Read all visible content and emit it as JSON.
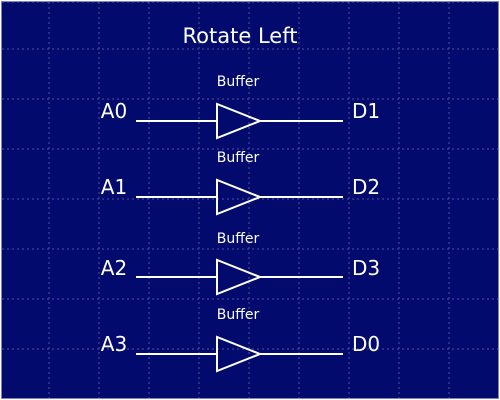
{
  "diagram": {
    "title": "Rotate Left",
    "background_color": "#020a6e",
    "line_color": "#ffffff",
    "rows": [
      {
        "input": "A0",
        "gate": "Buffer",
        "output": "D1"
      },
      {
        "input": "A1",
        "gate": "Buffer",
        "output": "D2"
      },
      {
        "input": "A2",
        "gate": "Buffer",
        "output": "D3"
      },
      {
        "input": "A3",
        "gate": "Buffer",
        "output": "D0"
      }
    ]
  }
}
